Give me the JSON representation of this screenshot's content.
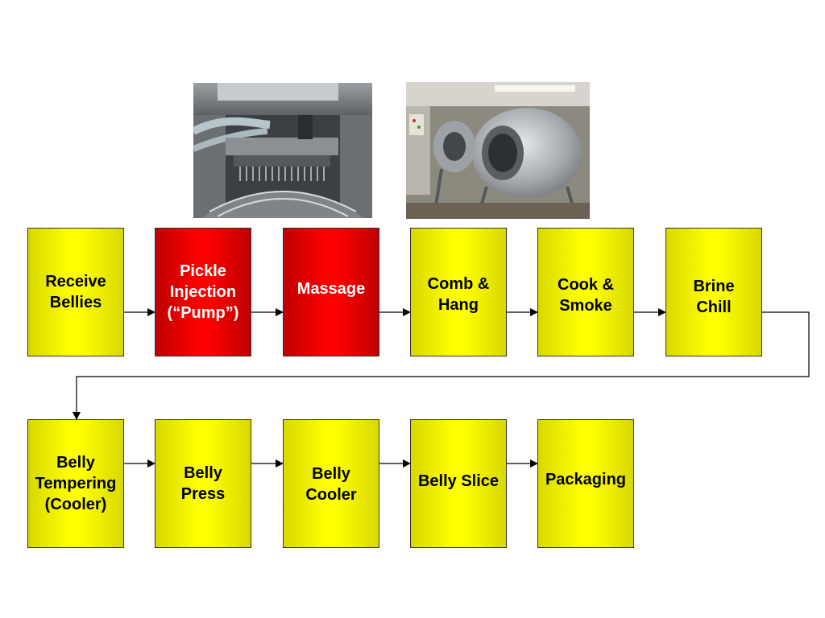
{
  "colors": {
    "process_step": "#ffff00",
    "highlighted_step": "#ff0000",
    "connector": "#000000"
  },
  "photos": [
    {
      "name": "injector-machine-photo",
      "depicts": "pickle injection machine with needle heads"
    },
    {
      "name": "tumbler-photo",
      "depicts": "stainless steel vacuum tumbler for massaging"
    }
  ],
  "row1": [
    {
      "label": "Receive\nBellies",
      "color": "yellow"
    },
    {
      "label": "Pickle\nInjection\n(“Pump”)",
      "color": "red"
    },
    {
      "label": "Massage",
      "color": "red"
    },
    {
      "label": "Comb &\nHang",
      "color": "yellow"
    },
    {
      "label": "Cook &\nSmoke",
      "color": "yellow"
    },
    {
      "label": "Brine\nChill",
      "color": "yellow"
    }
  ],
  "row2": [
    {
      "label": "Belly\nTempering\n(Cooler)",
      "color": "yellow"
    },
    {
      "label": "Belly\nPress",
      "color": "yellow"
    },
    {
      "label": "Belly\nCooler",
      "color": "yellow"
    },
    {
      "label": "Belly Slice",
      "color": "yellow"
    },
    {
      "label": "Packaging",
      "color": "yellow"
    }
  ]
}
